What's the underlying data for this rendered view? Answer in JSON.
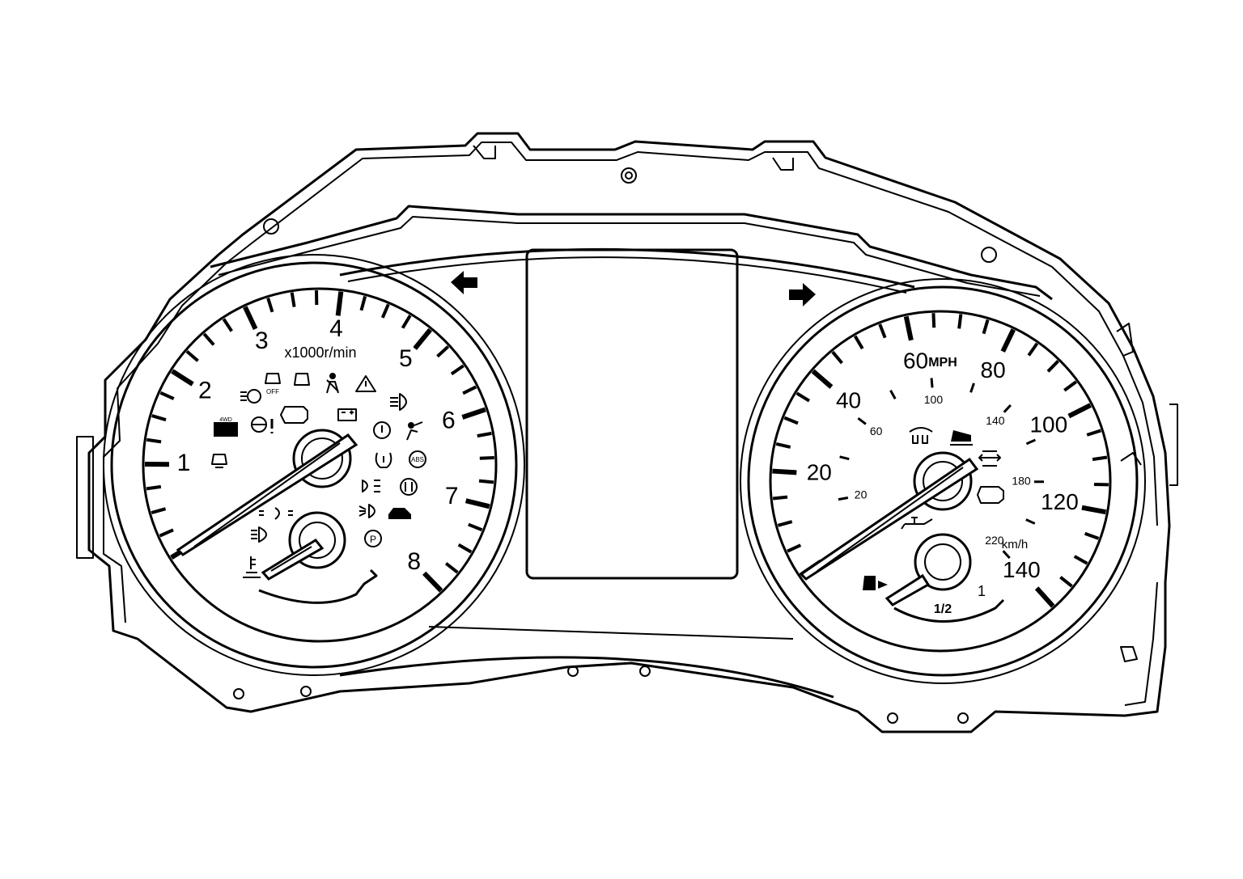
{
  "tachometer": {
    "min": 0,
    "max": 8,
    "labels": [
      "1",
      "2",
      "3",
      "4",
      "5",
      "6",
      "7",
      "8"
    ],
    "unit": "x1000r/min",
    "needle_value": 0
  },
  "speedometer": {
    "mph_labels": [
      "20",
      "40",
      "60",
      "80",
      "100",
      "120",
      "140"
    ],
    "mph_min": 0,
    "mph_max": 140,
    "unit_mph": "MPH",
    "kmh_labels": [
      "20",
      "60",
      "100",
      "140",
      "180",
      "220"
    ],
    "kmh_min": 0,
    "kmh_max": 220,
    "unit_kmh": "km/h",
    "needle_value": 0
  },
  "fuel_gauge": {
    "labels": [
      "1/2",
      "1"
    ],
    "needle_value": 0
  },
  "temp_gauge": {
    "needle_value": 0
  },
  "indicators": {
    "left_group": [
      "auto-headlamp-icon",
      "traction-off-icon",
      "stability-icon",
      "seatbelt-icon",
      "warning-triangle-icon",
      "check-engine-icon",
      "battery-icon",
      "high-beam-icon",
      "4wd-icon",
      "power-steering-icon",
      "brake-icon",
      "airbag-icon",
      "hill-descent-icon",
      "tire-pressure-icon",
      "abs-icon",
      "fog-rear-icon",
      "brake-pad-icon",
      "parking-lamp-icon",
      "front-fog-icon",
      "security-icon",
      "headlamp-on-icon",
      "parking-brake-icon",
      "coolant-temp-icon"
    ],
    "right_group": [
      "cruise-control-icon",
      "low-traction-icon",
      "lane-departure-icon",
      "service-engine-icon",
      "oil-pressure-icon",
      "fuel-pump-icon"
    ],
    "labels": {
      "4wd": "4WD",
      "abs": "ABS",
      "off": "OFF",
      "parking_brake": "P",
      "brake": "!"
    }
  },
  "turn_signals": {
    "left": "left-turn-arrow-icon",
    "right": "right-turn-arrow-icon"
  }
}
